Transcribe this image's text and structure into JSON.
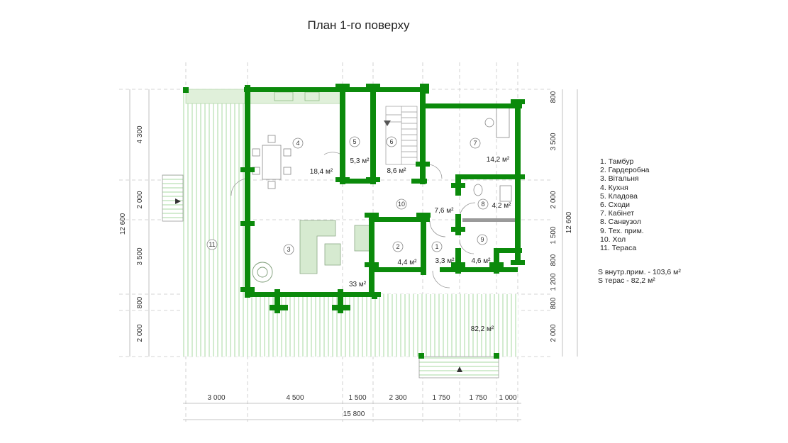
{
  "title": "План 1-го поверху",
  "legend": [
    "1. Тамбур",
    "2. Гардеробна",
    "3. Вітальня",
    "4. Кухня",
    "5. Кладова",
    "6. Сходи",
    "7. Кабінет",
    "8. Санвузол",
    "9. Тех. прим.",
    "10. Хол",
    "11. Тераса"
  ],
  "area_totals": {
    "internal": "S внутр.прим. - 103,6 м²",
    "terraces": "S терас - 82,2 м²"
  },
  "rooms": [
    {
      "number": "1",
      "area": "3,3 м²"
    },
    {
      "number": "2",
      "area": "4,4 м²"
    },
    {
      "number": "3",
      "area": "33 м²"
    },
    {
      "number": "4",
      "area": "18,4 м²"
    },
    {
      "number": "5",
      "area": "5,3 м²"
    },
    {
      "number": "6",
      "area": "8,6 м²"
    },
    {
      "number": "7",
      "area": "14,2 м²"
    },
    {
      "number": "8",
      "area": "4,2 м²"
    },
    {
      "number": "9",
      "area": "4,6 м²"
    },
    {
      "number": "10",
      "area": "7,6 м²"
    },
    {
      "number": "11",
      "area": ""
    },
    {
      "number": "",
      "area": "82,2 м²"
    }
  ],
  "dimensions": {
    "bottom": [
      "3 000",
      "4 500",
      "1 500",
      "2 300",
      "1 750",
      "1 750",
      "1 000"
    ],
    "bottom_total": "15 800",
    "left": [
      "4 300",
      "2 000",
      "3 500",
      "800",
      "2 000"
    ],
    "left_total": "12 600",
    "right": [
      "800",
      "3 500",
      "2 000",
      "1 500",
      "800",
      "1 200",
      "800",
      "2 000"
    ],
    "right_total": "12 600"
  },
  "colors": {
    "walls": "#0b8a0b",
    "terrace_stripes": "#b6e0b0",
    "furniture": "#c9e2c0",
    "dimension_lines": "#bbbbbb"
  }
}
